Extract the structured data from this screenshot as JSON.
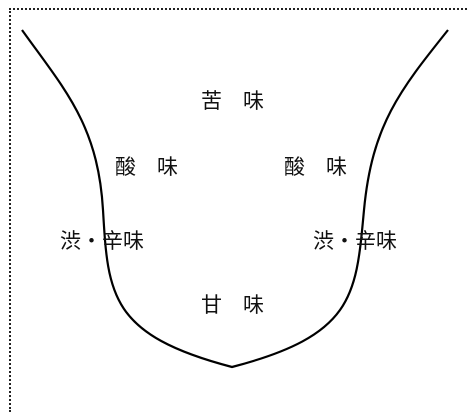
{
  "diagram": {
    "labels": {
      "bitter": "苦　味",
      "sour_left": "酸　味",
      "sour_right": "酸　味",
      "astringent_left": "渋・辛味",
      "astringent_right": "渋・辛味",
      "sweet": "甘　味"
    },
    "stroke_color": "#000000",
    "frame_style": "dotted"
  }
}
